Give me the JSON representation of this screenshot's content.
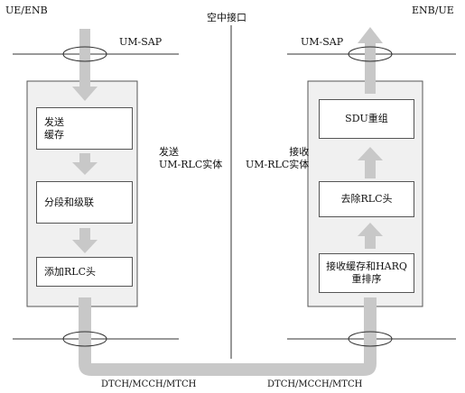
{
  "labels": {
    "top_left": "UE/ENB",
    "top_center": "空中接口",
    "top_right": "ENB/UE",
    "um_sap_left": "UM-SAP",
    "um_sap_right": "UM-SAP",
    "tx_entity": "发送\nUM-RLC实体",
    "rx_entity": "接收\nUM-RLC实体",
    "dtch_left": "DTCH/MCCH/MTCH",
    "dtch_right": "DTCH/MCCH/MTCH"
  },
  "tx_boxes": [
    "发送\n缓存",
    "分段和级联",
    "添加RLC头"
  ],
  "rx_boxes": [
    "SDU重组",
    "去除RLC头",
    "接收缓存和HARQ\n重排序"
  ],
  "colors": {
    "panel_fill": "#f0f0f0",
    "arrow_fill": "#c8c8c8",
    "line": "#555555"
  }
}
